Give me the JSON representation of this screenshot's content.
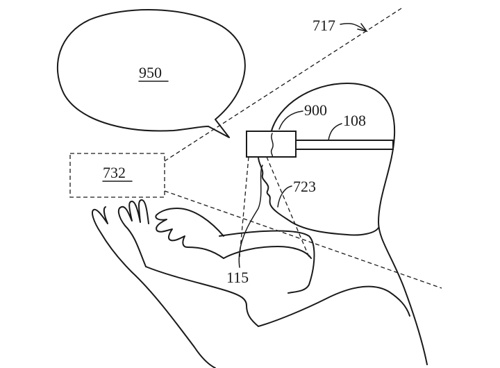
{
  "colors": {
    "line": "#1a1a1a",
    "background": "#ffffff"
  },
  "labels": {
    "l717": "717",
    "l950": "950",
    "l900": "900",
    "l108": "108",
    "l732": "732",
    "l723": "723",
    "l115": "115"
  }
}
